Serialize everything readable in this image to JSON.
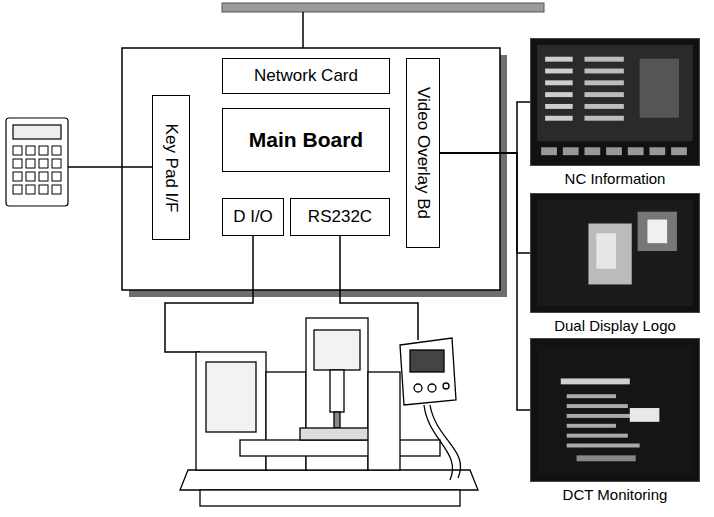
{
  "diagram": {
    "nodes": [
      {
        "text": [
          "Network Card"
        ]
      },
      {
        "text": [
          "Key Pad I/F"
        ]
      },
      {
        "text": [
          "Main Board"
        ]
      },
      {
        "text": [
          "Video Overlay Bd"
        ]
      },
      {
        "text": [
          "D I/O"
        ]
      },
      {
        "text": [
          "RS232C"
        ]
      },
      {
        "text": [
          "NC Information"
        ]
      },
      {
        "text": [
          "Dual Display Logo"
        ]
      },
      {
        "text": [
          "DCT Monitoring"
        ]
      }
    ],
    "edges": [
      {
        "from": 3,
        "to": 6,
        "arrow": "none"
      },
      {
        "from": 3,
        "to": 7,
        "arrow": "none"
      },
      {
        "from": 3,
        "to": 8,
        "arrow": "none"
      }
    ]
  }
}
